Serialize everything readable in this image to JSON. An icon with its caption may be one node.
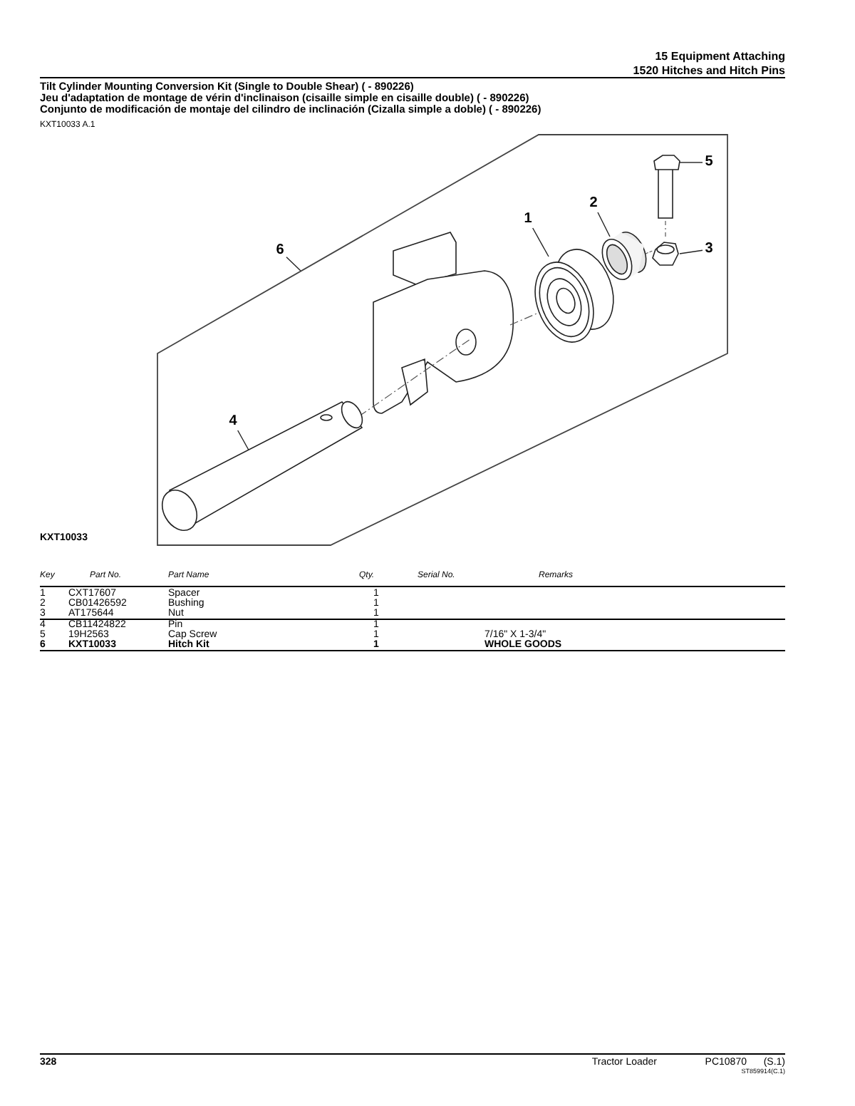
{
  "diagram": {
    "nodes": [
      {
        "text": [],
        "shape": "box"
      },
      {
        "text": [
          "1"
        ],
        "in": 0
      },
      {
        "text": [
          "2"
        ],
        "in": 0
      },
      {
        "text": [
          "3"
        ],
        "in": 0
      },
      {
        "text": [
          "4"
        ],
        "in": 0
      },
      {
        "text": [
          "5"
        ],
        "in": 0
      },
      {
        "text": [
          "6"
        ]
      },
      {
        "text": [],
        "shape": "picture",
        "in": 0
      },
      {
        "text": [],
        "shape": "picture",
        "in": 0
      },
      {
        "text": [],
        "shape": "picture",
        "in": 0
      },
      {
        "text": [],
        "shape": "picture",
        "in": 0
      },
      {
        "text": [],
        "shape": "picture",
        "in": 0
      }
    ],
    "edges": [
      {
        "from": 1,
        "to": 7,
        "arrow": "none"
      },
      {
        "from": 2,
        "to": 8,
        "arrow": "none"
      },
      {
        "from": 3,
        "to": 9,
        "arrow": "none"
      },
      {
        "from": 4,
        "to": 10,
        "arrow": "none"
      },
      {
        "from": 5,
        "to": 11,
        "arrow": "none"
      },
      {
        "from": 6,
        "to": 0,
        "arrow": "none"
      }
    ],
    "labels": [
      "15 Equipment Attaching",
      "1520 Hitches and Hitch Pins",
      "Tilt Cylinder Mounting Conversion Kit (Single to Double Shear) ( - 890226)",
      "Jeu d'adaptation de montage de vérin d'inclinaison (cisaille simple en cisaille double) ( - 890226)",
      "Conjunto de modificación de montaje del cilindro de inclinación (Cizalla simple a doble) ( - 890226)",
      "KXT10033 A.1",
      "KXT10033",
      "Key",
      "Part No.",
      "Part Name",
      "Qty.",
      "Serial No.",
      "Remarks",
      "1",
      "CXT17607",
      "Spacer",
      "1",
      "2",
      "CB01426592",
      "Bushing",
      "1",
      "3",
      "AT175644",
      "Nut",
      "1",
      "4",
      "CB11424822",
      "Pin",
      "1",
      "5",
      "19H2563",
      "Cap Screw",
      "1",
      "7/16\" X 1-3/4\"",
      "6",
      "KXT10033",
      "Hitch Kit",
      "1",
      "WHOLE GOODS",
      "328",
      "Tractor Loader",
      "PC10870",
      "(S.1)",
      "ST859914(C.1)"
    ]
  }
}
